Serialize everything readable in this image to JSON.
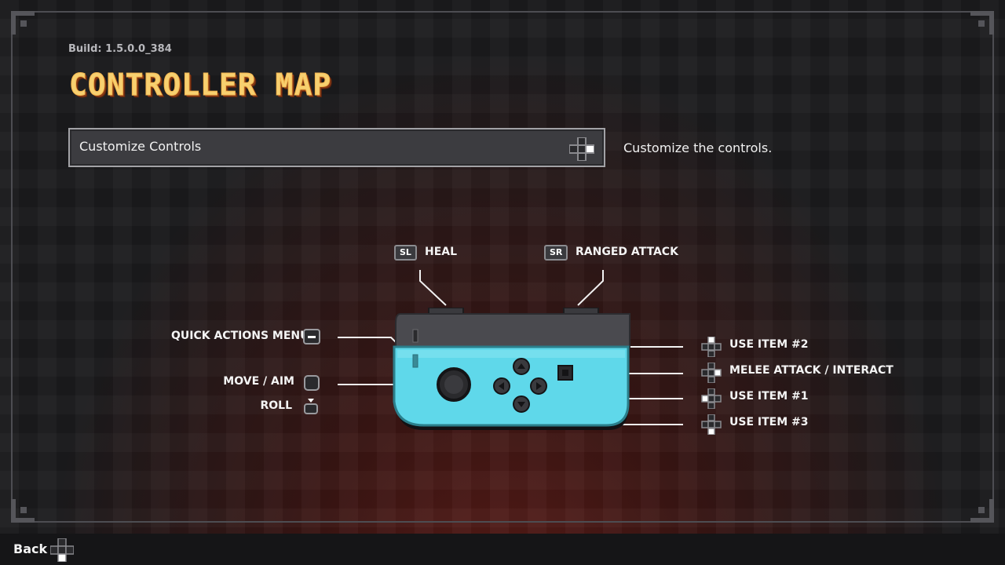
{
  "header": {
    "build": "Build: 1.5.0.0_384",
    "title": "CONTROLLER MAP"
  },
  "customize": {
    "label": "Customize Controls",
    "description": "Customize the controls."
  },
  "controller": {
    "color": "#5fd8ea",
    "shoulder_buttons": [
      {
        "key": "SL",
        "action": "HEAL"
      },
      {
        "key": "SR",
        "action": "RANGED ATTACK"
      }
    ],
    "left_labels": {
      "quick_actions": "QUICK ACTIONS MENU",
      "move_aim": "MOVE / AIM",
      "roll": "ROLL"
    },
    "right_labels": {
      "use_item_2": "USE ITEM #2",
      "melee": "MELEE ATTACK / INTERACT",
      "use_item_1": "USE ITEM #1",
      "use_item_3": "USE ITEM #3"
    }
  },
  "footer": {
    "back": "Back"
  },
  "colors": {
    "title": "#f7d070",
    "accent_dark": "#8a3a14",
    "panel_border": "#a2a2a6"
  }
}
